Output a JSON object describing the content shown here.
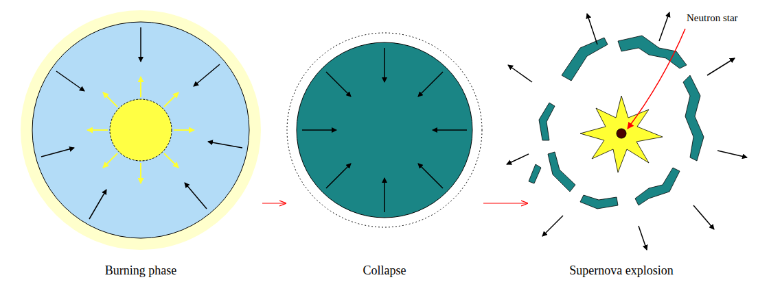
{
  "diagram": {
    "nodes": [
      {
        "text": [
          "Burning phase"
        ]
      },
      {
        "text": [
          "Collapse"
        ]
      },
      {
        "text": [
          "Supernova explosion"
        ]
      }
    ],
    "edges": [
      {
        "from": 0,
        "to": 1,
        "arrow": "to"
      },
      {
        "from": 1,
        "to": 2,
        "arrow": "to"
      }
    ],
    "labels": [
      "Neutron star"
    ]
  }
}
